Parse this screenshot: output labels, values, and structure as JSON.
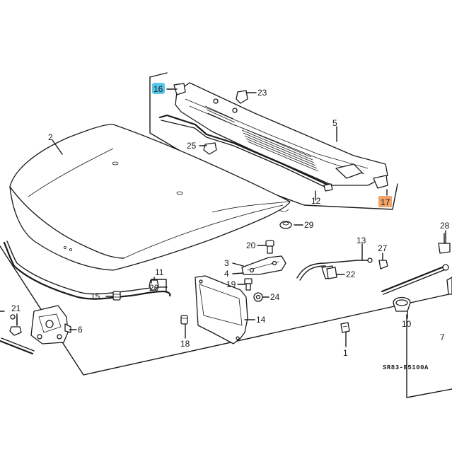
{
  "diagram": {
    "drawing_code": "SR83-B5100A",
    "highlights": {
      "blue": "#55c7e8",
      "orange": "#f4a46a"
    },
    "callouts": [
      {
        "id": "c1",
        "label": "1"
      },
      {
        "id": "c2",
        "label": "2"
      },
      {
        "id": "c3",
        "label": "3"
      },
      {
        "id": "c4",
        "label": "4"
      },
      {
        "id": "c5",
        "label": "5"
      },
      {
        "id": "c6",
        "label": "6"
      },
      {
        "id": "c7",
        "label": "7"
      },
      {
        "id": "c10",
        "label": "10"
      },
      {
        "id": "c11",
        "label": "11"
      },
      {
        "id": "c12",
        "label": "12"
      },
      {
        "id": "c13",
        "label": "13"
      },
      {
        "id": "c14",
        "label": "14"
      },
      {
        "id": "c15",
        "label": "15"
      },
      {
        "id": "c16",
        "label": "16",
        "highlight": "blue"
      },
      {
        "id": "c17",
        "label": "17",
        "highlight": "orange"
      },
      {
        "id": "c18",
        "label": "18"
      },
      {
        "id": "c19",
        "label": "19"
      },
      {
        "id": "c20",
        "label": "20"
      },
      {
        "id": "c21",
        "label": "21"
      },
      {
        "id": "c22",
        "label": "22"
      },
      {
        "id": "c23",
        "label": "23"
      },
      {
        "id": "c24",
        "label": "24"
      },
      {
        "id": "c25",
        "label": "25"
      },
      {
        "id": "c26",
        "label": "26"
      },
      {
        "id": "c27",
        "label": "27"
      },
      {
        "id": "c28",
        "label": "28"
      },
      {
        "id": "c29",
        "label": "29"
      }
    ]
  }
}
